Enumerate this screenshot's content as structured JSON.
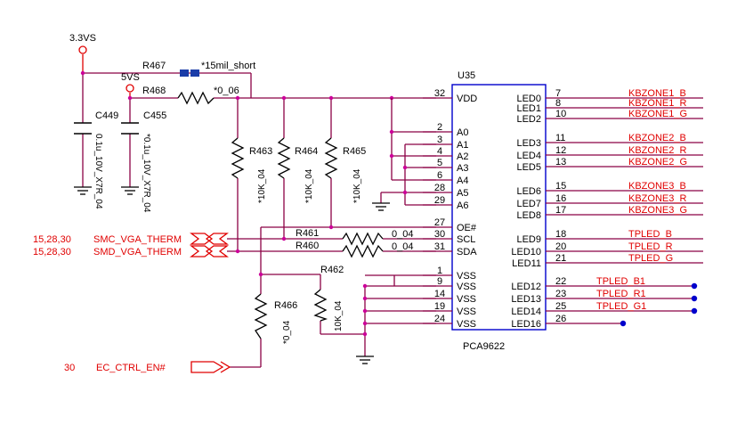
{
  "colors": {
    "wire": "#8b0045",
    "part": "#000000",
    "signal": "#e00000",
    "body": "#0000cc",
    "pin_dot": "#cc0099",
    "node": "#0000cc"
  },
  "power": {
    "v33": "3.3VS",
    "v5": "5VS"
  },
  "jumper": {
    "ref": "R467",
    "value": "*15mil_short"
  },
  "resistors": {
    "r468": {
      "ref": "R468",
      "value": "*0_06"
    },
    "r463": {
      "ref": "R463",
      "value": "*10K_04"
    },
    "r464": {
      "ref": "R464",
      "value": "*10K_04"
    },
    "r465": {
      "ref": "R465",
      "value": "*10K_04"
    },
    "r461": {
      "ref": "R461",
      "value": "0_04"
    },
    "r460": {
      "ref": "R460",
      "value": "0_04"
    },
    "r462": {
      "ref": "R462",
      "value": "10K_04"
    },
    "r466": {
      "ref": "R466",
      "value": "*0_04"
    }
  },
  "capacitors": {
    "c449": {
      "ref": "C449",
      "value": "0.1u_10V_X7R_04"
    },
    "c455": {
      "ref": "C455",
      "value": "*0.1u_10V_X7R_04"
    }
  },
  "ic": {
    "ref": "U35",
    "part": "PCA9622"
  },
  "left_pins": [
    {
      "num": "32",
      "name": "VDD"
    },
    {
      "num": "2",
      "name": "A0"
    },
    {
      "num": "3",
      "name": "A1"
    },
    {
      "num": "4",
      "name": "A2"
    },
    {
      "num": "5",
      "name": "A3"
    },
    {
      "num": "6",
      "name": "A4"
    },
    {
      "num": "28",
      "name": "A5"
    },
    {
      "num": "29",
      "name": "A6"
    },
    {
      "num": "27",
      "name": "OE#"
    },
    {
      "num": "30",
      "name": "SCL"
    },
    {
      "num": "31",
      "name": "SDA"
    },
    {
      "num": "1",
      "name": "VSS"
    },
    {
      "num": "9",
      "name": "VSS"
    },
    {
      "num": "14",
      "name": "VSS"
    },
    {
      "num": "19",
      "name": "VSS"
    },
    {
      "num": "24",
      "name": "VSS"
    }
  ],
  "right_pins": [
    {
      "num": "7",
      "name": "LED0",
      "net": "KBZONE1_B"
    },
    {
      "num": "8",
      "name": "LED1",
      "net": "KBZONE1_R"
    },
    {
      "num": "10",
      "name": "LED2",
      "net": "KBZONE1_G"
    },
    {
      "num": "11",
      "name": "LED3",
      "net": "KBZONE2_B"
    },
    {
      "num": "12",
      "name": "LED4",
      "net": "KBZONE2_R"
    },
    {
      "num": "13",
      "name": "LED5",
      "net": "KBZONE2_G"
    },
    {
      "num": "15",
      "name": "LED6",
      "net": "KBZONE3_B"
    },
    {
      "num": "16",
      "name": "LED7",
      "net": "KBZONE3_R"
    },
    {
      "num": "17",
      "name": "LED8",
      "net": "KBZONE3_G"
    },
    {
      "num": "18",
      "name": "LED9",
      "net": "TPLED_B"
    },
    {
      "num": "20",
      "name": "LED10",
      "net": "TPLED_R"
    },
    {
      "num": "21",
      "name": "LED11",
      "net": "TPLED_G"
    },
    {
      "num": "22",
      "name": "LED12",
      "net": "TPLED_B1"
    },
    {
      "num": "23",
      "name": "LED13",
      "net": "TPLED_R1"
    },
    {
      "num": "25",
      "name": "LED14",
      "net": "TPLED_G1"
    },
    {
      "num": "26",
      "name": "LED16",
      "net": ""
    }
  ],
  "offpage": {
    "smc": {
      "pages": "15,28,30",
      "net": "SMC_VGA_THERM"
    },
    "smd": {
      "pages": "15,28,30",
      "net": "SMD_VGA_THERM"
    },
    "ec": {
      "pages": "30",
      "net": "EC_CTRL_EN#"
    }
  }
}
